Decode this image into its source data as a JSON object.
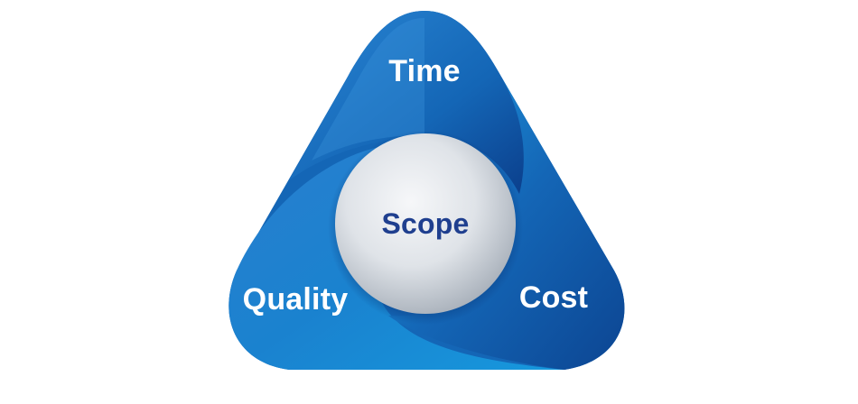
{
  "diagram": {
    "segments": {
      "time": "Time",
      "quality": "Quality",
      "cost": "Cost"
    },
    "center": "Scope"
  },
  "colors": {
    "outer_light": "#1a8fd6",
    "outer_mid": "#1466b6",
    "outer_dark": "#0d4a98",
    "center_text": "#1f3f8f",
    "center_fill": "#dfe3e8"
  }
}
